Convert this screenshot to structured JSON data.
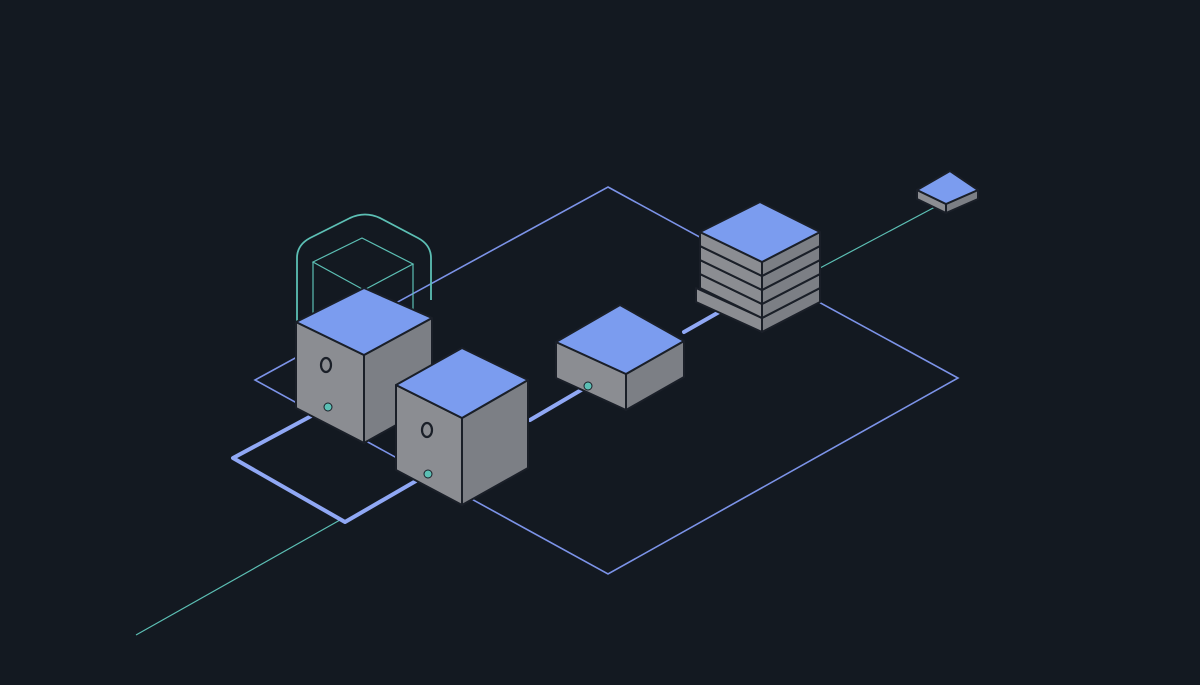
{
  "colors": {
    "background": "#131921",
    "platform_outline": "#7c93e8",
    "accent_teal": "#5cbfb4",
    "cable_blue": "#90a8f5",
    "node_top": "#7b9cef",
    "node_side": "#8b8d92",
    "node_edge": "#1a1f28",
    "node_side_line": "#b9bcc2"
  },
  "nodes": [
    {
      "id": "secure-node",
      "icon": "padlock-icon",
      "kind": "cube"
    },
    {
      "id": "primary-node",
      "icon": "port-icon",
      "kind": "cube"
    },
    {
      "id": "gateway-node",
      "icon": "none",
      "kind": "slab"
    },
    {
      "id": "storage-stack",
      "icon": "none",
      "kind": "stack",
      "layers": 5
    },
    {
      "id": "edge-device",
      "icon": "none",
      "kind": "tile"
    }
  ],
  "connections": [
    {
      "from": "secure-node",
      "to": "primary-node",
      "style": "cable"
    },
    {
      "from": "primary-node",
      "to": "gateway-node",
      "style": "cable"
    },
    {
      "from": "gateway-node",
      "to": "storage-stack",
      "style": "cable"
    },
    {
      "from": "storage-stack",
      "to": "edge-device",
      "style": "thin-teal"
    },
    {
      "from": "origin",
      "to": "primary-node",
      "style": "thin-teal"
    }
  ]
}
